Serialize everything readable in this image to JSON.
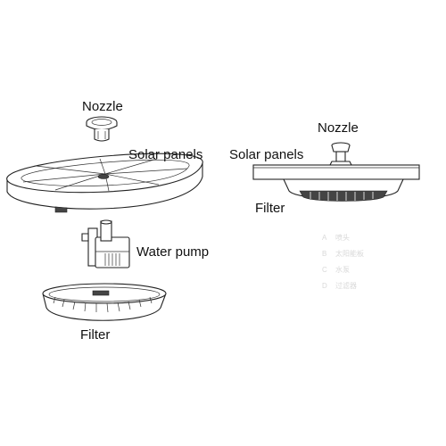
{
  "left_diagram": {
    "labels": {
      "nozzle": "Nozzle",
      "solar_panels": "Solar panels",
      "water_pump": "Water pump",
      "filter": "Filter"
    }
  },
  "right_diagram": {
    "labels": {
      "nozzle": "Nozzle",
      "solar_panels": "Solar panels",
      "filter": "Filter"
    },
    "faint_legend": [
      {
        "letter": "A",
        "text": "喷头"
      },
      {
        "letter": "B",
        "text": "太阳能板"
      },
      {
        "letter": "C",
        "text": "水泵"
      },
      {
        "letter": "D",
        "text": "过滤器"
      }
    ]
  }
}
